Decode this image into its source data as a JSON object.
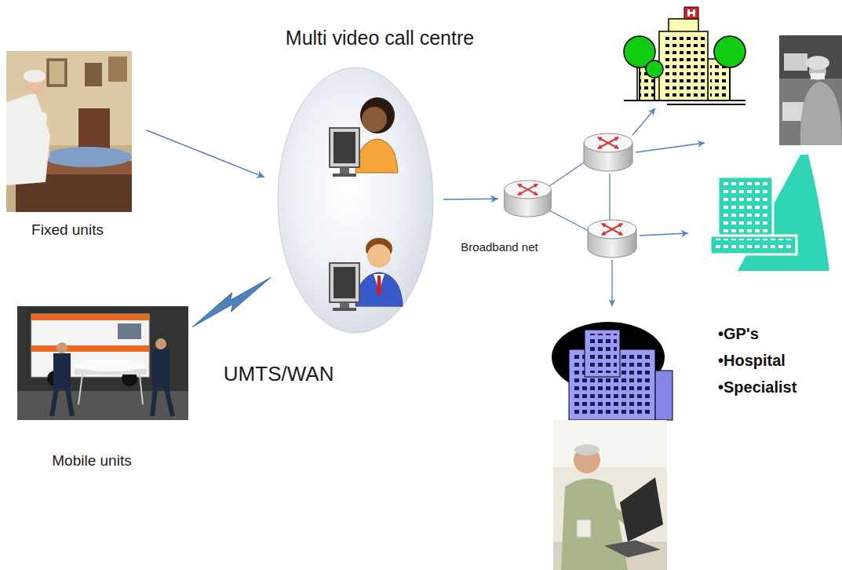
{
  "diagram": {
    "nodes": [
      {
        "text": [
          "Multi video call centre"
        ]
      },
      {
        "text": [
          "Fixed units"
        ]
      },
      {
        "text": [
          "Mobile units"
        ]
      },
      {
        "text": [
          "Broadband net"
        ]
      }
    ],
    "edges": [
      {
        "from": 1,
        "to": 0,
        "arrow": "to"
      },
      {
        "from": 2,
        "to": 0,
        "arrow": "none",
        "label": "UMTS/WAN"
      },
      {
        "from": 0,
        "to": 3,
        "arrow": "to"
      }
    ],
    "labels": [
      "•GP's",
      "•Hospital",
      "•Specialist"
    ]
  }
}
